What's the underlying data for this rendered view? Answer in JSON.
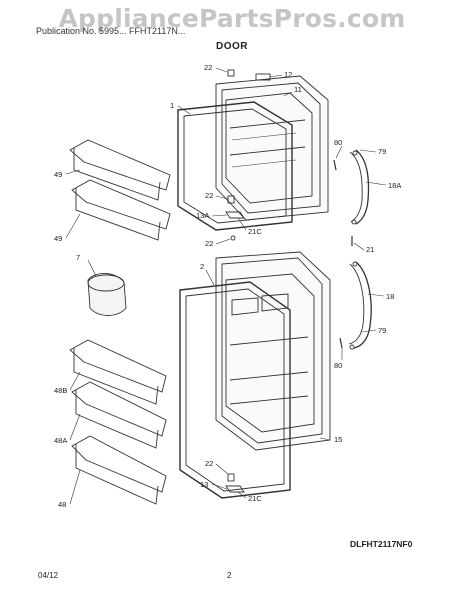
{
  "watermark": "AppliancePartsPros.com",
  "header": {
    "line": "Publication No. 5995...  FFHT2117N..."
  },
  "section_title": "DOOR",
  "callouts": {
    "c22_top": "22",
    "c12": "12",
    "c1": "1",
    "c11": "11",
    "c49_a": "49",
    "c49_b": "49",
    "c80_top": "80",
    "c79_top": "79",
    "c18A": "18A",
    "c22_mid": "22",
    "c13A": "13A",
    "c21C_top": "21C",
    "c22_low": "22",
    "c21": "21",
    "c7": "7",
    "c2": "2",
    "c18": "18",
    "c79_low": "79",
    "c80_low": "80",
    "c48B": "48B",
    "c48A": "48A",
    "c48": "48",
    "c15": "15",
    "c22_bottom": "22",
    "c13": "13",
    "c21C_bottom": "21C"
  },
  "model_code": "DLFHT2117NF0",
  "footer": {
    "date": "04/12",
    "page": "2"
  }
}
